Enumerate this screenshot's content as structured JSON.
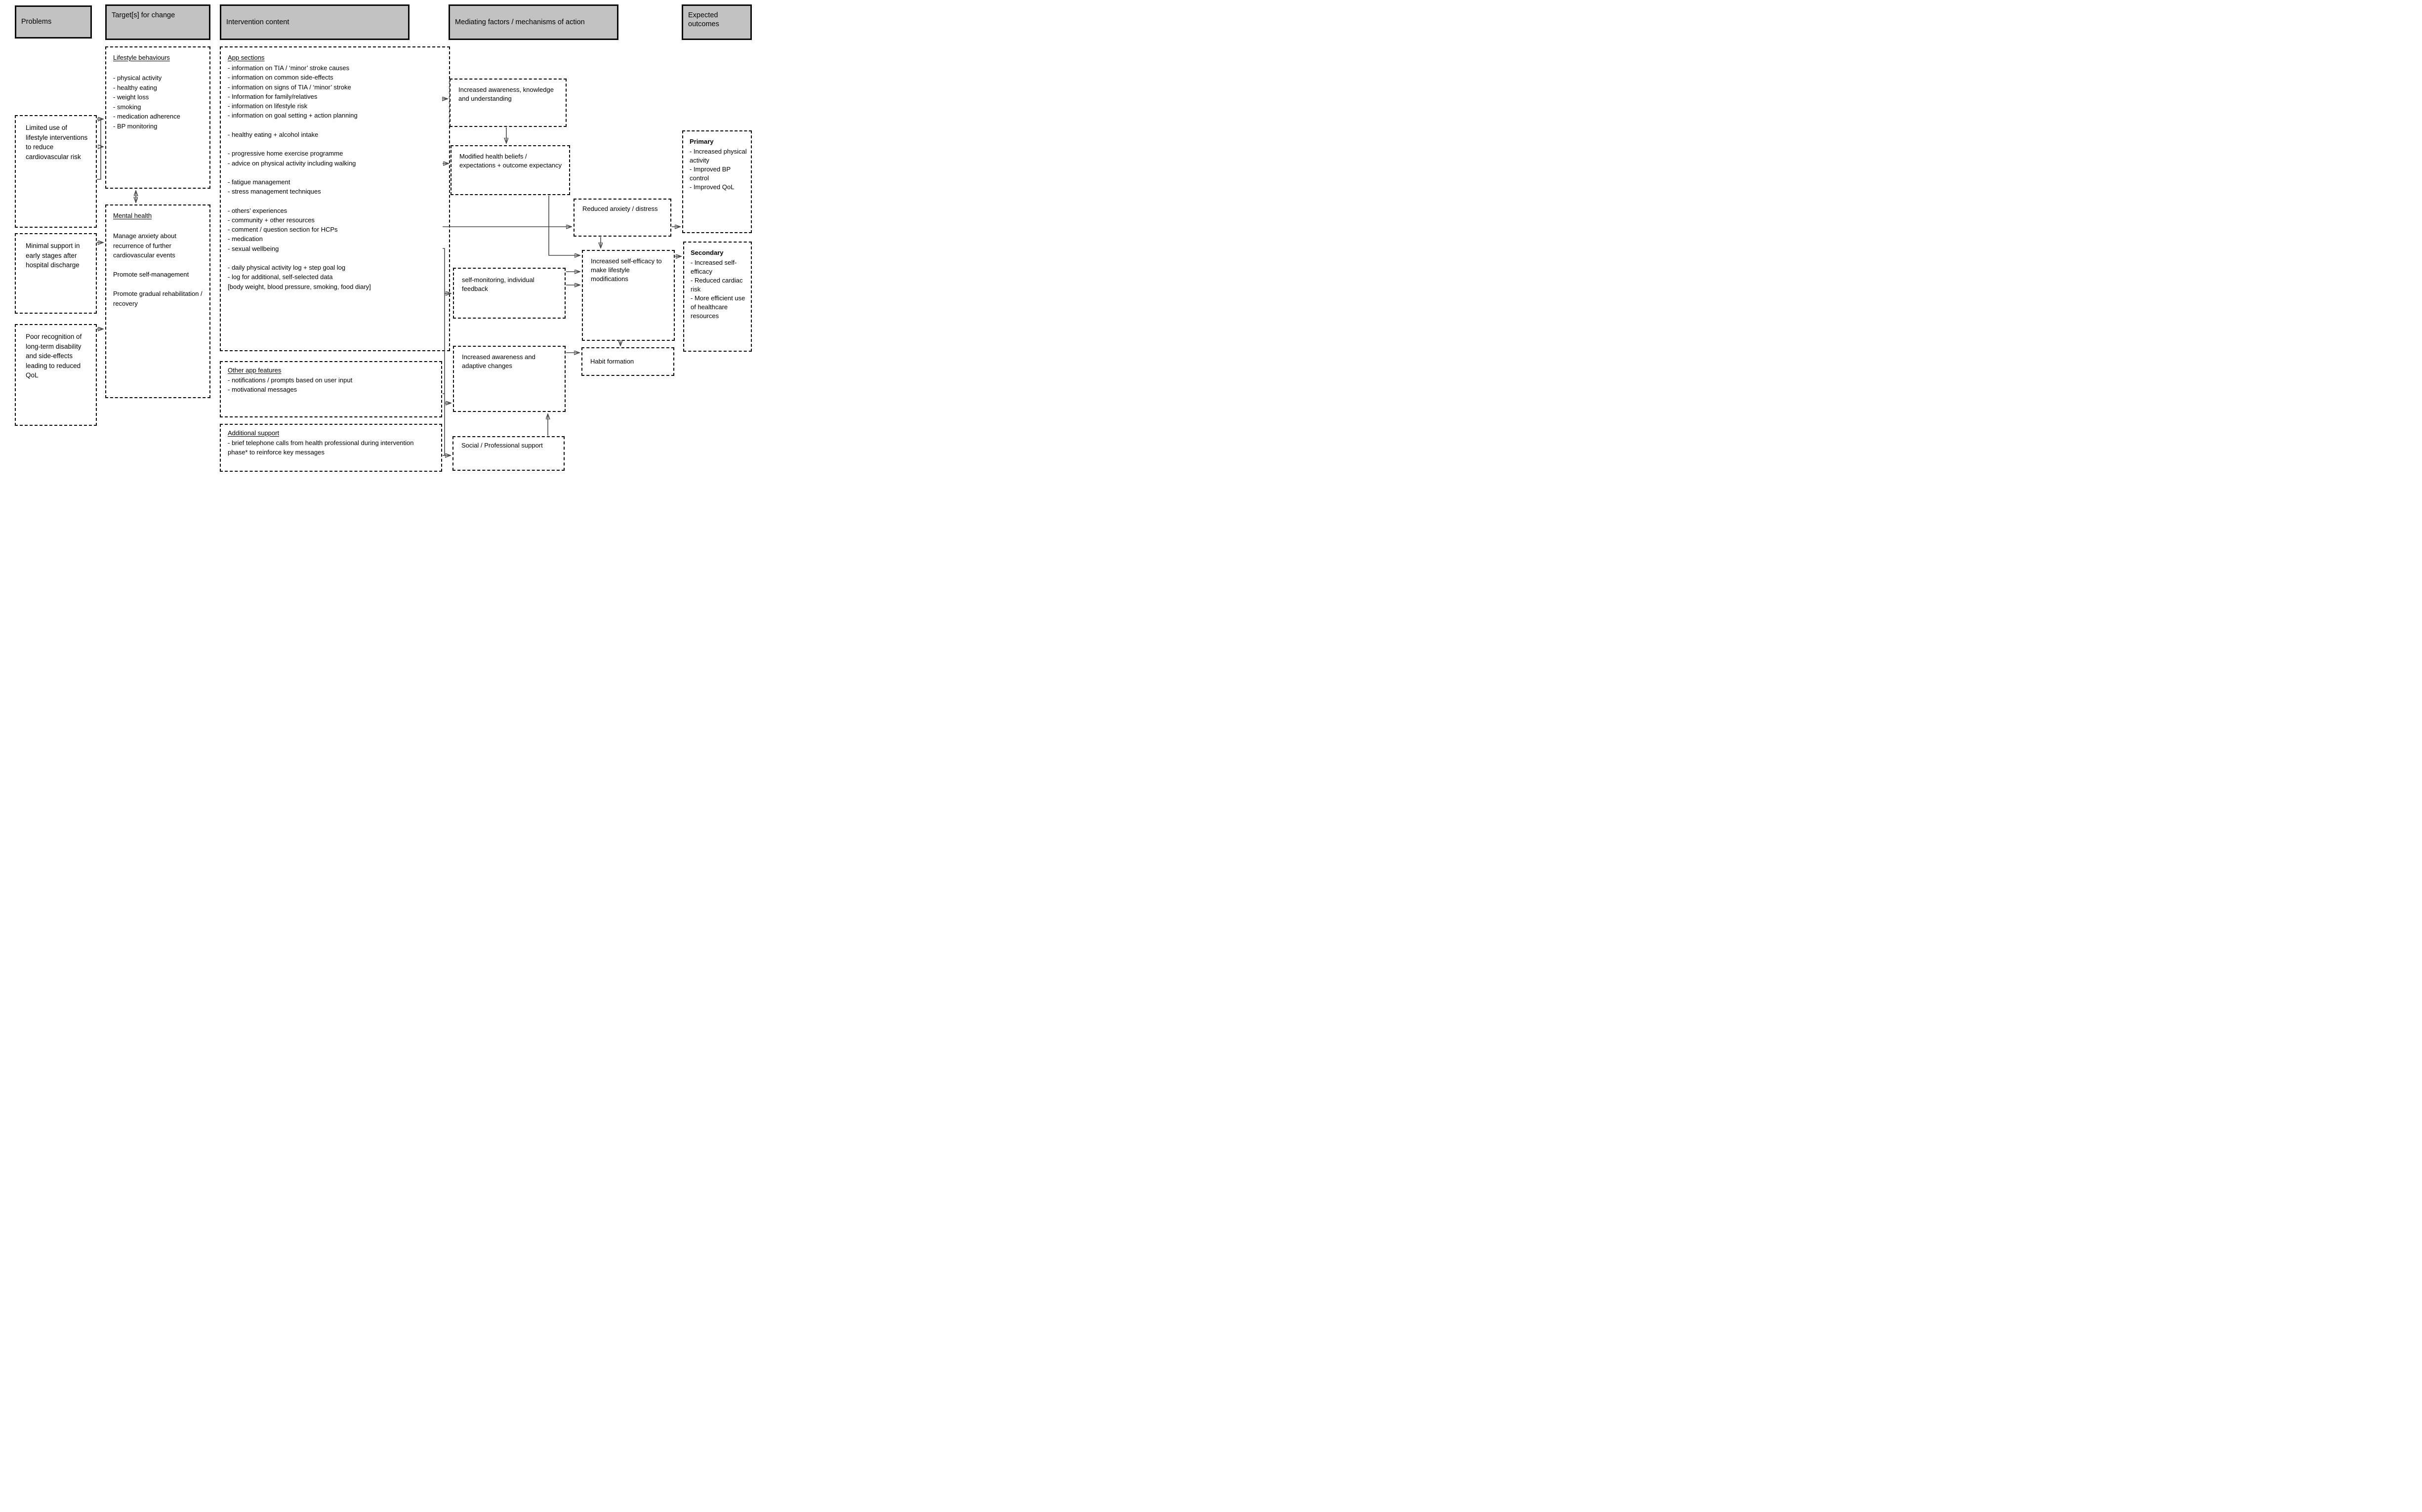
{
  "colors": {
    "header_background": "#c2c2c2",
    "box_border": "#0a0a0a",
    "connector_line": "#4a4a4a",
    "background": "#ffffff"
  },
  "headers": {
    "problems": "Problems",
    "targets": "Target[s] for change",
    "intervention": "Intervention content",
    "mediating": "Mediating factors / mechanisms of action",
    "outcomes": "Expected outcomes"
  },
  "problems": {
    "limited_use": "Limited use of lifestyle interventions to reduce cardiovascular risk",
    "minimal_support": "Minimal support in early stages after hospital discharge",
    "poor_recognition": "Poor recognition of long-term disability and side-effects leading to reduced QoL"
  },
  "targets": {
    "lifestyle": {
      "title": "Lifestyle behaviours",
      "items": [
        "",
        "- physical activity",
        "- healthy eating",
        "- weight loss",
        "- smoking",
        "- medication adherence",
        "- BP monitoring"
      ]
    },
    "mental_health": {
      "title": "Mental health",
      "items": [
        "",
        "Manage anxiety about recurrence of further cardiovascular events",
        "",
        "Promote self-management",
        "",
        "Promote gradual rehabilitation / recovery"
      ]
    }
  },
  "intervention": {
    "app_sections": {
      "title": "App sections",
      "items": [
        "- information on TIA / ‘minor’ stroke causes",
        "- information on common side-effects",
        "- information on signs of TIA / ‘minor’ stroke",
        "- Information for family/relatives",
        "- information on lifestyle risk",
        "- information on goal setting + action planning",
        "",
        "- healthy eating + alcohol intake",
        "",
        "- progressive home exercise programme",
        "- advice on physical activity including walking",
        "",
        "- fatigue management",
        "- stress management techniques",
        "",
        "- others’ experiences",
        "- community + other resources",
        "- comment / question section for HCPs",
        "- medication",
        "- sexual wellbeing",
        "",
        "- daily physical activity log + step goal log",
        "- log for additional, self-selected data",
        "[body weight, blood pressure, smoking, food diary]"
      ]
    },
    "other_app_features": {
      "title": "Other app features",
      "items": [
        "- notifications / prompts based on user input",
        "- motivational messages"
      ]
    },
    "additional_support": {
      "title": "Additional support",
      "items": [
        "- brief telephone calls from health professional during intervention phase* to reinforce key messages"
      ]
    }
  },
  "mediating": {
    "awareness_knowledge": "Increased awareness, knowledge and understanding",
    "modified_beliefs": "Modified health beliefs / expectations + outcome expectancy",
    "reduced_anxiety": "Reduced anxiety / distress",
    "self_efficacy": "Increased self-efficacy to make lifestyle modifications",
    "self_monitoring": "self-monitoring, individual feedback",
    "adaptive_changes": "Increased awareness and adaptive changes",
    "social_support": "Social / Professional support",
    "habit_formation": "Habit formation"
  },
  "outcomes": {
    "primary": {
      "title": "Primary",
      "items": [
        "- Increased physical activity",
        "- Improved BP control",
        "- Improved QoL"
      ]
    },
    "secondary": {
      "title": "Secondary",
      "items": [
        "- Increased self-efficacy",
        "- Reduced cardiac risk",
        "- More efficient use of healthcare resources"
      ]
    }
  }
}
